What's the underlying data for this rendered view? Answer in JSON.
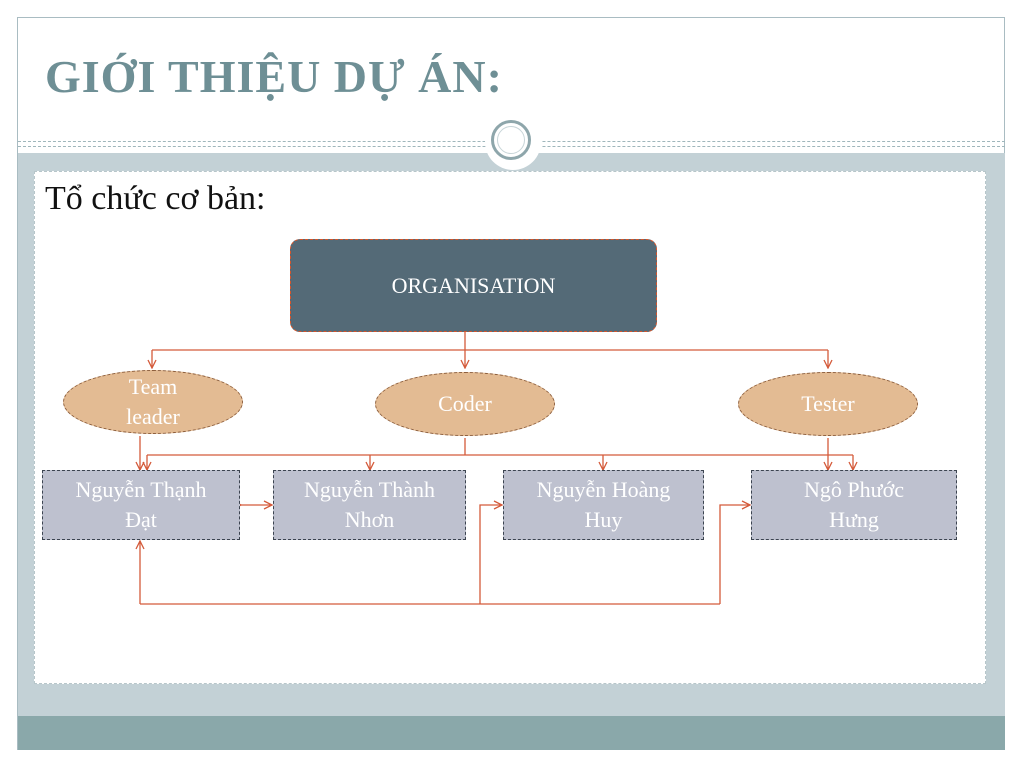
{
  "slide": {
    "title": "GIỚI THIỆU DỰ ÁN:",
    "subtitle": "Tổ chức cơ bản:"
  },
  "org_chart": {
    "root": "ORGANISATION",
    "roles": [
      "Team\nleader",
      "Coder",
      "Tester"
    ],
    "members": [
      "Nguyễn Thạnh\nĐạt",
      "Nguyễn Thành\nNhơn",
      "Nguyễn Hoàng\nHuy",
      "Ngô Phước\nHưng"
    ]
  },
  "colors": {
    "title": "#6e8f95",
    "root_fill": "#546a77",
    "role_fill": "#e3bb93",
    "member_fill": "#bec1cf",
    "connector": "#d45a3a"
  }
}
